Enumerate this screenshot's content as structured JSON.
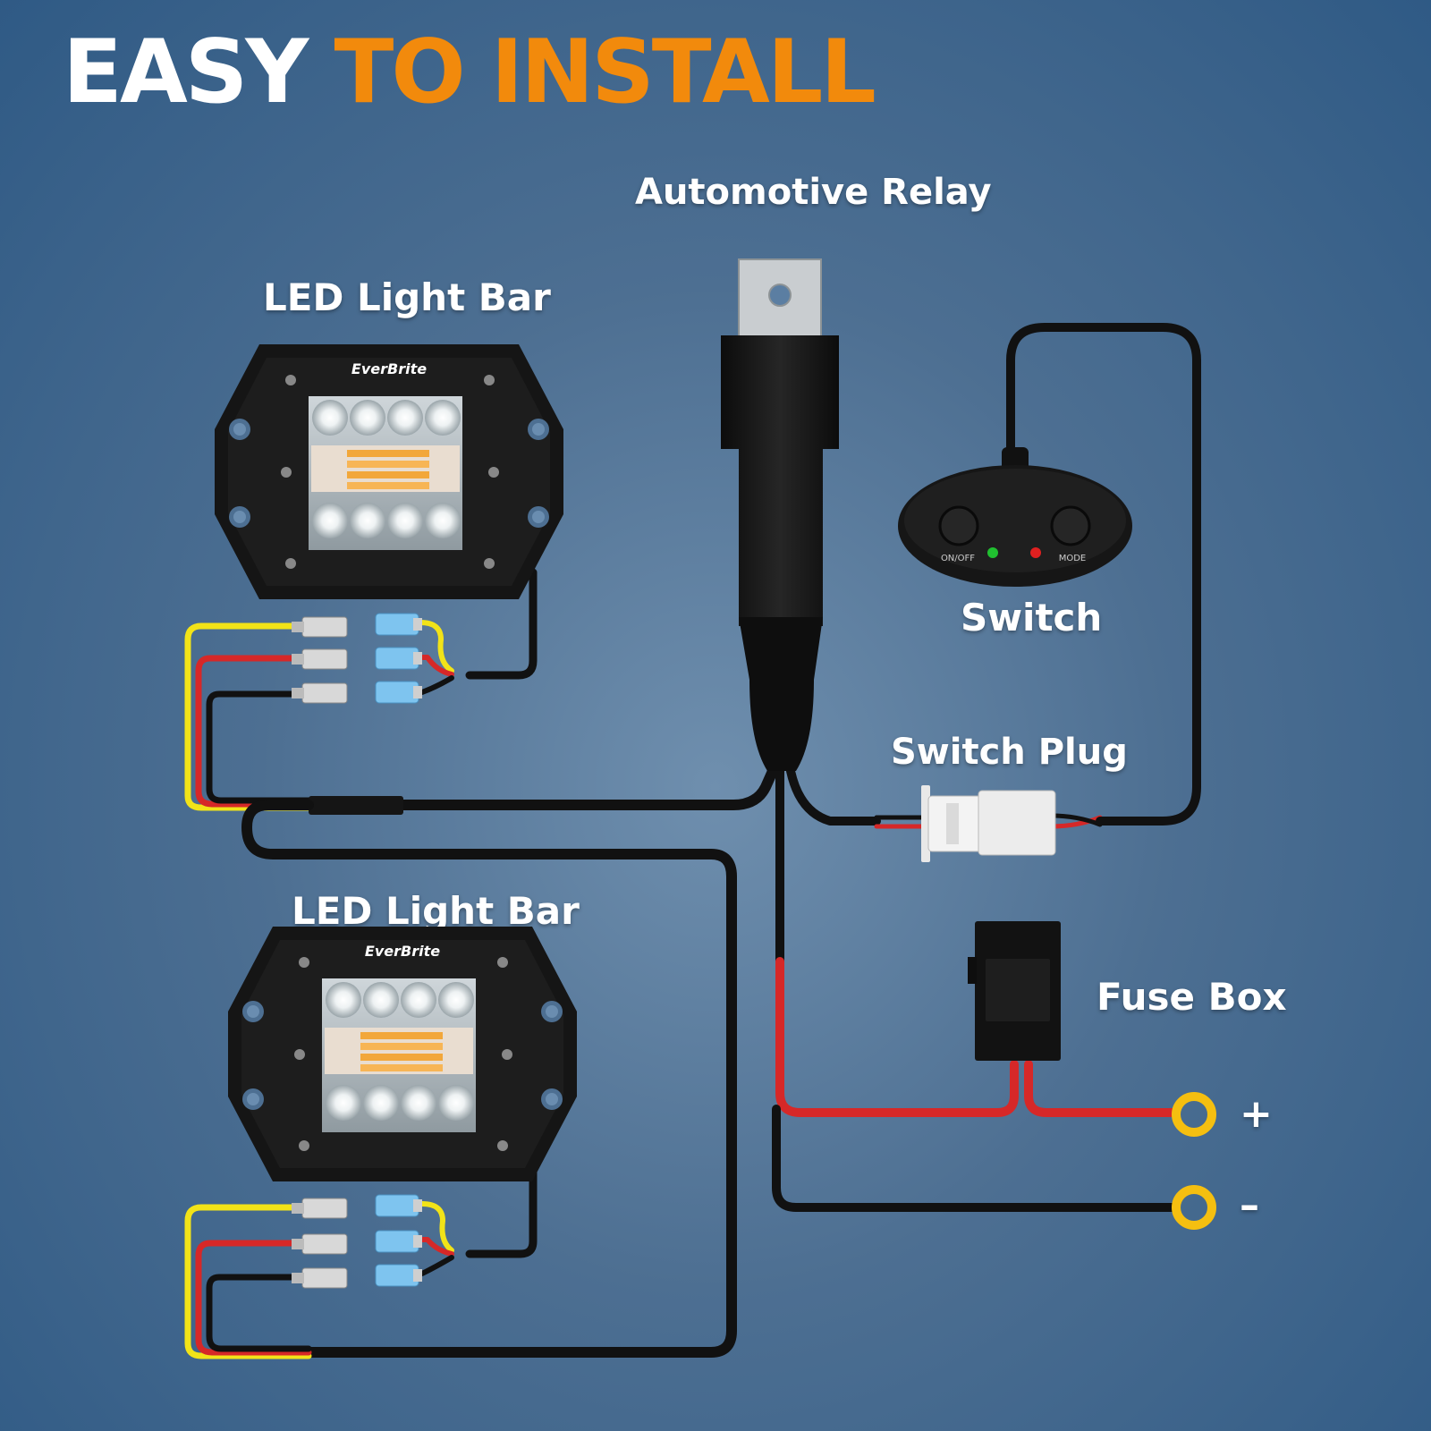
{
  "title": {
    "part1": "EASY",
    "part2": "TO INSTALL"
  },
  "labels": {
    "relay": "Automotive Relay",
    "light_bar_top": "LED Light Bar",
    "light_bar_bottom": "LED Light Bar",
    "switch": "Switch",
    "switch_plug": "Switch Plug",
    "fuse_box": "Fuse Box",
    "plus": "+",
    "minus": "–"
  },
  "brand": "EverBrite",
  "switch_buttons": {
    "on_off": "ON/OFF",
    "mode": "MODE"
  },
  "colors": {
    "accent_orange": "#f28a0c",
    "wire_black": "#111111",
    "wire_red": "#d62828",
    "wire_yellow": "#f2e318",
    "terminal_ring": "#f5bf10",
    "connector_blue": "#7ec4ef"
  }
}
